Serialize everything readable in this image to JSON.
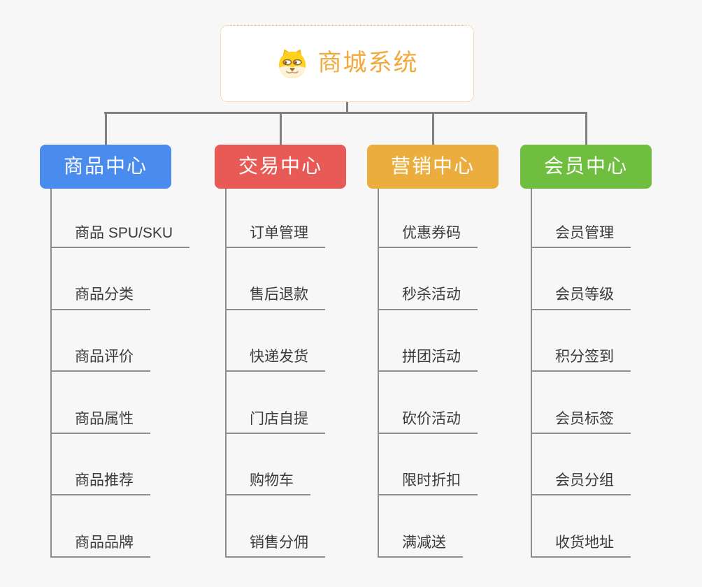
{
  "page": {
    "background_color": "#f7f7f7",
    "connector_color": "#808080",
    "leaf_line_color": "#8d8d8d"
  },
  "root": {
    "title": "商城系统",
    "icon": "dog-face-icon",
    "text_color": "#f2a93c",
    "border_color": "#f2b463"
  },
  "branches": [
    {
      "label": "商品中心",
      "color": "#4a8cee",
      "children": [
        "商品 SPU/SKU",
        "商品分类",
        "商品评价",
        "商品属性",
        "商品推荐",
        "商品品牌"
      ]
    },
    {
      "label": "交易中心",
      "color": "#e85a56",
      "children": [
        "订单管理",
        "售后退款",
        "快递发货",
        "门店自提",
        "购物车",
        "销售分佣"
      ]
    },
    {
      "label": "营销中心",
      "color": "#ebae3e",
      "children": [
        "优惠券码",
        "秒杀活动",
        "拼团活动",
        "砍价活动",
        "限时折扣",
        "满减送"
      ]
    },
    {
      "label": "会员中心",
      "color": "#6fbe3f",
      "children": [
        "会员管理",
        "会员等级",
        "积分签到",
        "会员标签",
        "会员分组",
        "收货地址"
      ]
    }
  ]
}
